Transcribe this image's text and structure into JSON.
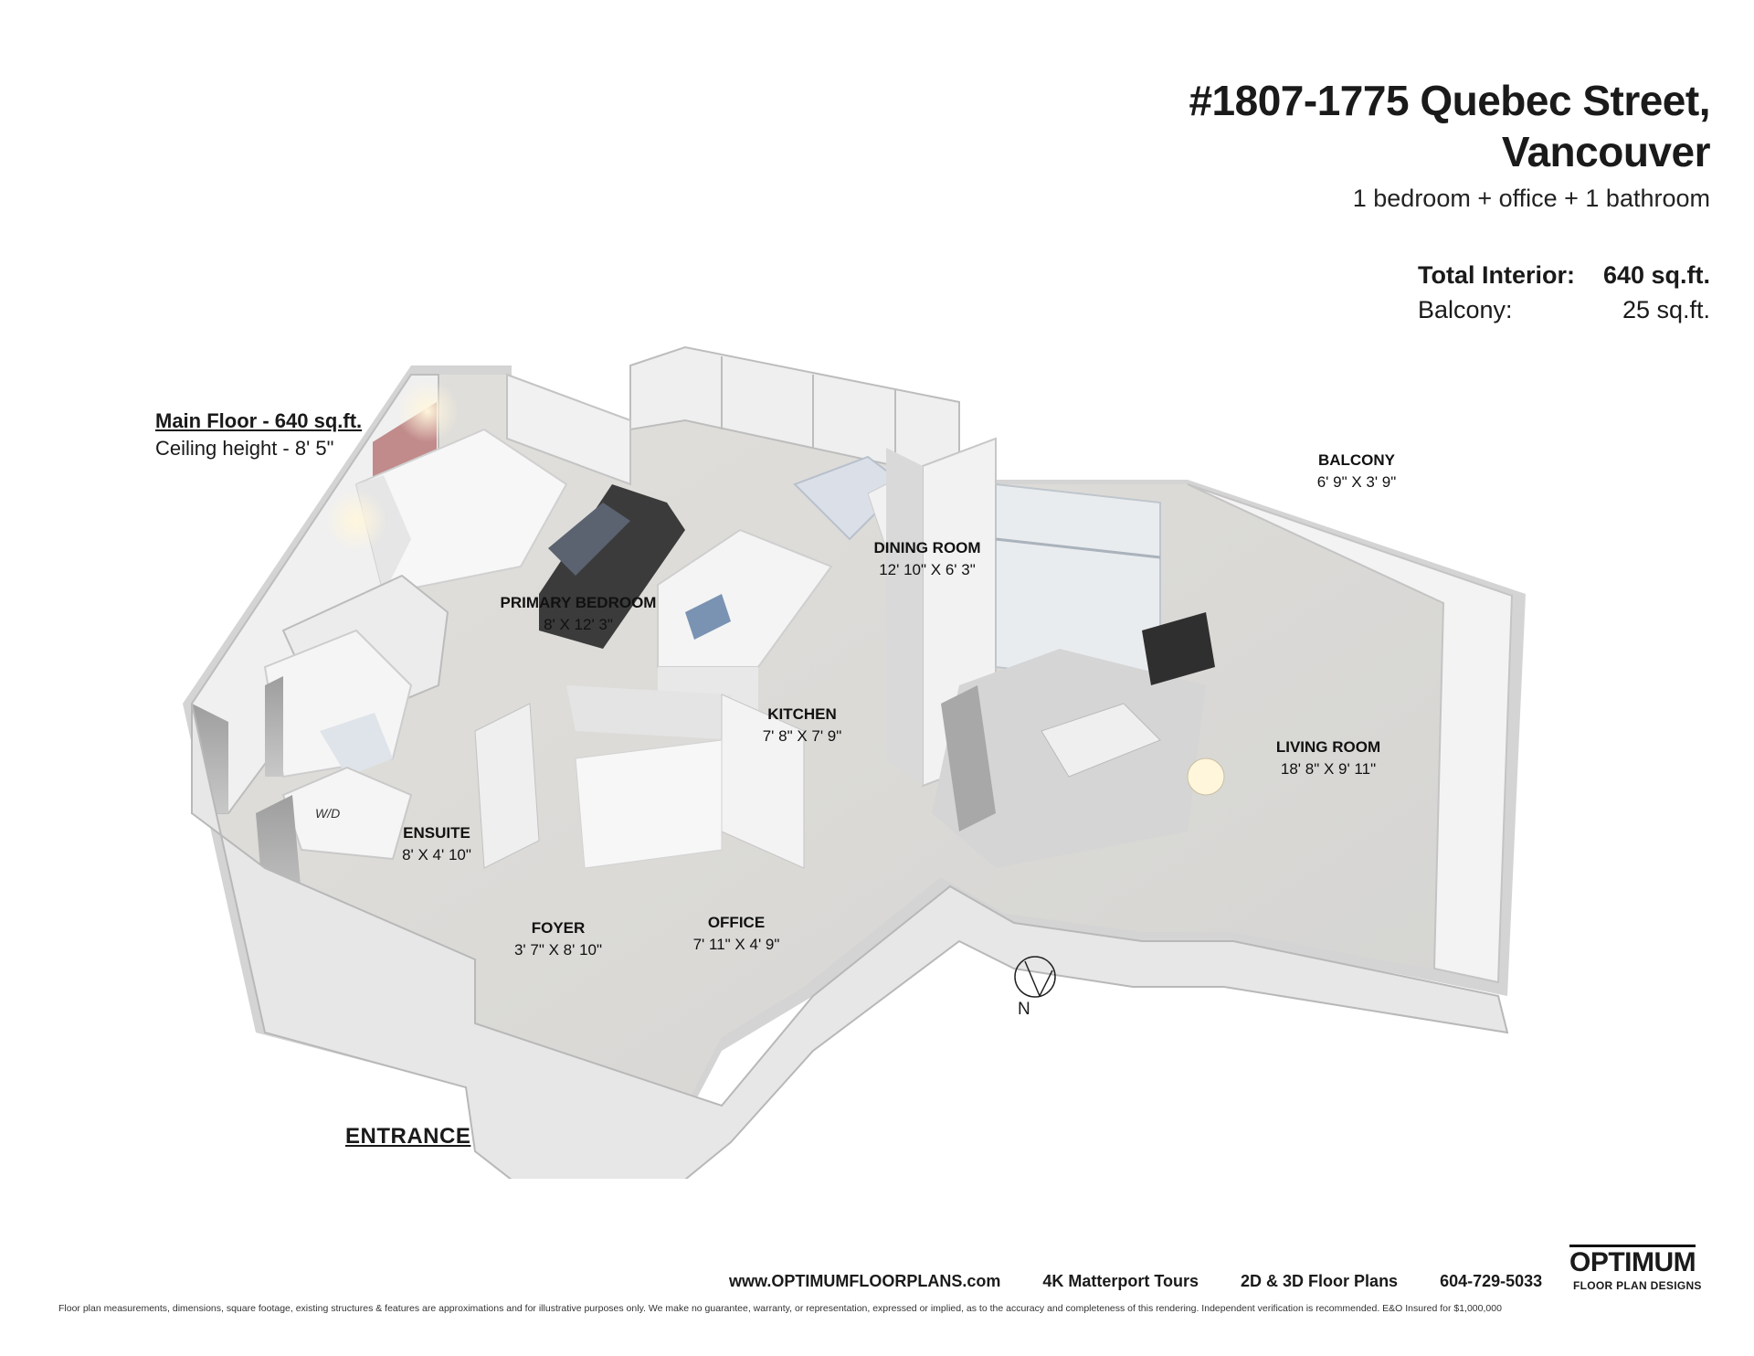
{
  "header": {
    "title_line1": "#1807-1775 Quebec Street,",
    "title_line2": "Vancouver",
    "subtitle": "1 bedroom + office + 1 bathroom"
  },
  "areas": {
    "interior_label": "Total Interior:",
    "interior_value": "640 sq.ft.",
    "balcony_label": "Balcony:",
    "balcony_value": "25 sq.ft."
  },
  "floor_info": {
    "name": "Main Floor - 640 sq.ft.",
    "ceiling": "Ceiling height - 8' 5\""
  },
  "rooms": [
    {
      "name": "PRIMARY BEDROOM",
      "dim": "8' X 12' 3\""
    },
    {
      "name": "DINING ROOM",
      "dim": "12' 10\" X 6' 3\""
    },
    {
      "name": "BALCONY",
      "dim": "6' 9\" X 3' 9\""
    },
    {
      "name": "KITCHEN",
      "dim": "7' 8\" X 7' 9\""
    },
    {
      "name": "LIVING ROOM",
      "dim": "18' 8\" X 9' 11\""
    },
    {
      "name": "ENSUITE",
      "dim": "8' X 4' 10\""
    },
    {
      "name": "FOYER",
      "dim": "3' 7\" X 8' 10\""
    },
    {
      "name": "OFFICE",
      "dim": "7' 11\" X 4' 9\""
    }
  ],
  "fixtures": {
    "washer_dryer": "W/D"
  },
  "compass": {
    "label": "N"
  },
  "entrance": "ENTRANCE",
  "footer": {
    "website": "www.OPTIMUMFLOORPLANS.com",
    "tours": "4K Matterport Tours",
    "plans": "2D & 3D Floor Plans",
    "phone": "604-729-5033",
    "disclaimer": "Floor plan measurements, dimensions, square footage, existing structures & features are approximations and for illustrative purposes only. We make no guarantee, warranty, or representation, expressed or implied, as to the accuracy and completeness of this rendering. Independent verification is recommended. E&O Insured for $1,000,000"
  },
  "logo": {
    "brand": "OPTIMUM",
    "tagline": "FLOOR PLAN DESIGNS"
  }
}
